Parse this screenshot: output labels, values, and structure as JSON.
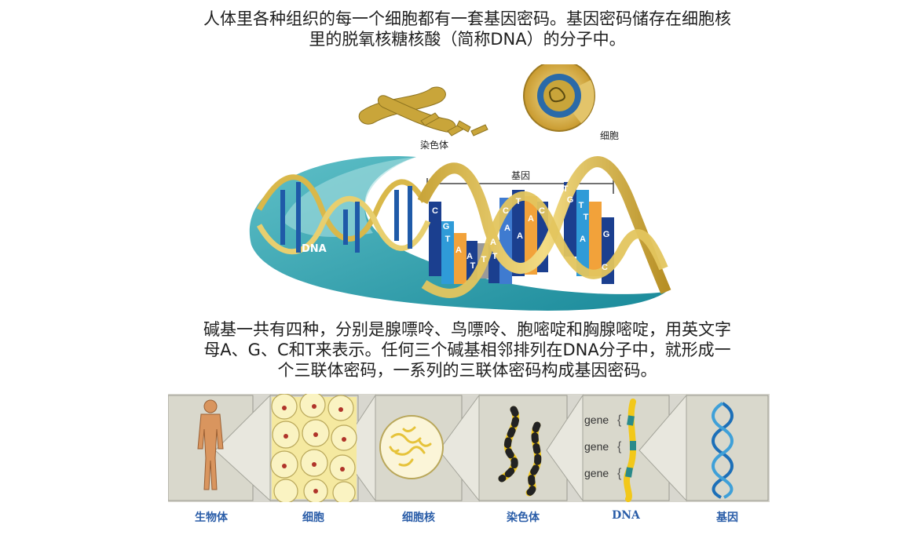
{
  "intro": {
    "line1": "人体里各种组织的每一个细胞都有一套基因密码。基因密码储存在细胞核",
    "line2": "里的脱氧核糖核酸（简称DNA）的分子中。"
  },
  "dna_figure": {
    "cell_label": "细胞",
    "chromosome_label": "染色体",
    "gene_label": "基因",
    "dna_label": "DNA",
    "base_letters": [
      "C",
      "G",
      "T",
      "A",
      "A",
      "T",
      "T",
      "C",
      "A",
      "A",
      "T",
      "T",
      "A",
      "A",
      "C",
      "T",
      "G",
      "T",
      "T",
      "A",
      "G",
      "C"
    ]
  },
  "bases_text": {
    "line1": "碱基一共有四种，分别是腺嘌呤、鸟嘌呤、胞嘧啶和胸腺嘧啶，用英文字",
    "line2": "母A、G、C和T来表示。任何三个碱基相邻排列在DNA分子中，就形成一",
    "line3": "个三联体密码，一系列的三联体密码构成基因密码。"
  },
  "strip": {
    "stages": [
      "生物体",
      "细胞",
      "细胞核",
      "染色体",
      "DNA",
      "基因"
    ],
    "gene_tags": [
      "gene",
      "gene",
      "gene"
    ]
  }
}
